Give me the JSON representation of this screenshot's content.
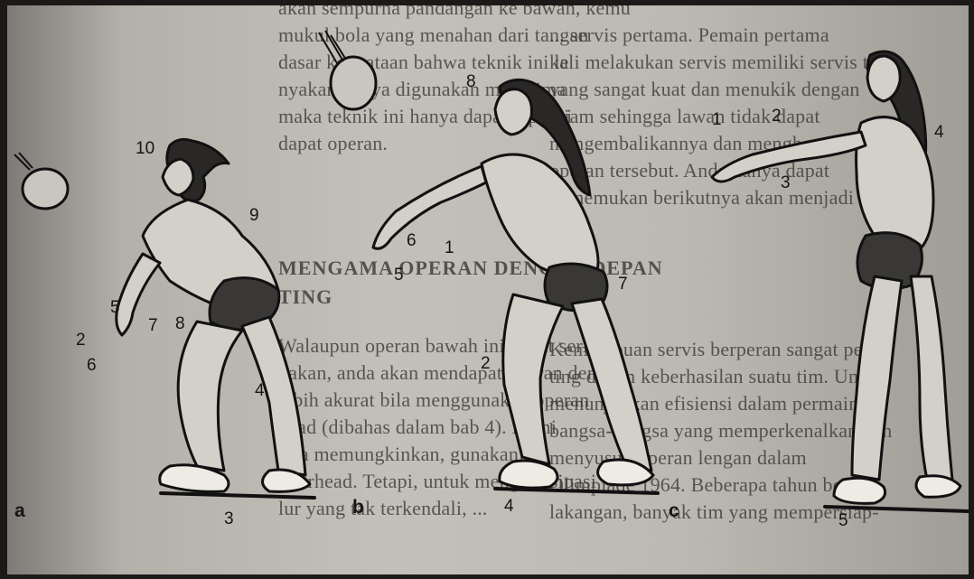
{
  "text_middle": [
    "akan sempurna pandangan ke bawah, kemu",
    "mukul bola yang menahan dari tangan",
    "dasar kenyataan bahwa teknik ini le",
    "nyakan hanya digunakan menerima",
    "maka teknik ini hanya dapat dipakai",
    "dapat operan."
  ],
  "heading": [
    "MENGAMA OPERAN DENGAN DEPAN",
    "TING"
  ],
  "text_middle_2": [
    "Walaupun operan bawah ini dapat sering",
    "nakan, anda akan mendapat operan dengan",
    "lebih akurat bila menggunakan operan",
    "head (dibahas dalam bab 4). Kami",
    "bila memungkinkan, gunakanlah",
    "overhead. Tetapi, untuk mengantisipasi",
    "lur yang tak terkendali, ..."
  ],
  "text_right": [
    "... servis pertama. Pemain pertama",
    "kali melakukan servis memiliki servis top",
    "yang sangat kuat dan menukik dengan",
    "tajam sehingga lawan tidak dapat",
    "mengembalikannya dan menghentikan",
    "operan tersebut. Anda hanya dapat",
    "menemukan berikutnya akan menjadi"
  ],
  "text_right_2": [
    "Kemampuan servis berperan sangat pen-",
    "ting dalam keberhasilan suatu tim. Untuk",
    "menunjukkan efisiensi dalam permainan,",
    "bangsa-bangsa yang memperkenalkan dan",
    "menyusun operan lengan dalam",
    "Olimpiade 1964. Beberapa tahun be-",
    "lakangan, banyak tim yang mempersiap-"
  ],
  "figure_labels": {
    "a": "a",
    "b": "b",
    "c": "c",
    "fig_a": [
      "10",
      "9",
      "5",
      "7",
      "8",
      "2",
      "6",
      "4",
      "3"
    ],
    "fig_b": [
      "8",
      "6",
      "5",
      "1",
      "7",
      "2",
      "4"
    ],
    "fig_c": [
      "1",
      "2",
      "3",
      "4",
      "5"
    ]
  }
}
